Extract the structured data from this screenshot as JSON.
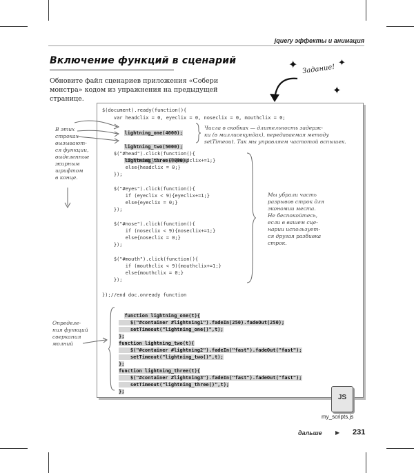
{
  "header": {
    "book": "jquery",
    "topic": "эффекты и анимация"
  },
  "section": {
    "title": "Включение функций в сценарий",
    "intro": "Обновите файл сценариев приложения «Собери монстра» кодом из упражнения на предыдущей странице."
  },
  "task_label": "Задание!",
  "code": {
    "ready_start": "$(document).ready(function(){",
    "vars": "    var headclix = 0, eyeclix = 0, noseclix = 0, mouthclix = 0;",
    "call1": "lightning_one(4000);",
    "call2": "lightning_two(5000);",
    "call3": "lightning_three(7000);",
    "head_block": "    $(\"#head\").click(function(){\n        if (headclix < 9){headclix+=1;}\n        else{headclix = 0;}\n    });",
    "eyes_block": "    $(\"#eyes\").click(function(){\n        if (eyeclix < 9){eyeclix+=1;}\n        else{eyeclix = 0;}\n    });",
    "nose_block": "    $(\"#nose\").click(function(){\n        if (noseclix < 9){noseclix+=1;}\n        else{noseclix = 0;}\n    });",
    "mouth_block": "    $(\"#mouth\").click(function(){\n        if (mouthclix < 9){mouthclix+=1;}\n        else{mouthclix = 0;}\n    });",
    "ready_end": "});//end doc.onready function",
    "functions": "function lightning_one(t){\n    $(\"#container #lightning1\").fadeIn(250).fadeOut(250);\n    setTimeout(\"lightning_one()\",t);\n};\nfunction lightning_two(t){\n    $(\"#container #lightning2\").fadeIn(\"fast\").fadeOut(\"fast\");\n    setTimeout(\"lightning_two()\",t);\n};\nfunction lightning_three(t){\n    $(\"#container #lightning3\").fadeIn(\"fast\").fadeOut(\"fast\");\n    setTimeout(\"lightning_three()\",t);\n};"
  },
  "notes": {
    "left_calls": "В этих\nстроках\nвызывают-\nся функции,\nвыделенные\nжирным\nшрифтом\nв конце.",
    "delays": "Числа в скобках — длительность задерж-\nки (в миллисекундах), передаваемая методу\nsetTimeout. Так мы управляем частотой вспышек.",
    "removed": "Мы убрали часть\nразрывов строк для\nэкономии места.\nНе беспокойтесь,\nесли в вашем сце-\nнарии использует-\nся другая разбивка\nстрок.",
    "definitions": "Определе-\nния функций\nсверкания\nмолний"
  },
  "file": {
    "icon_text": "JS",
    "name": "my_scripts.js"
  },
  "footer": {
    "next": "дальше",
    "page": "231"
  }
}
